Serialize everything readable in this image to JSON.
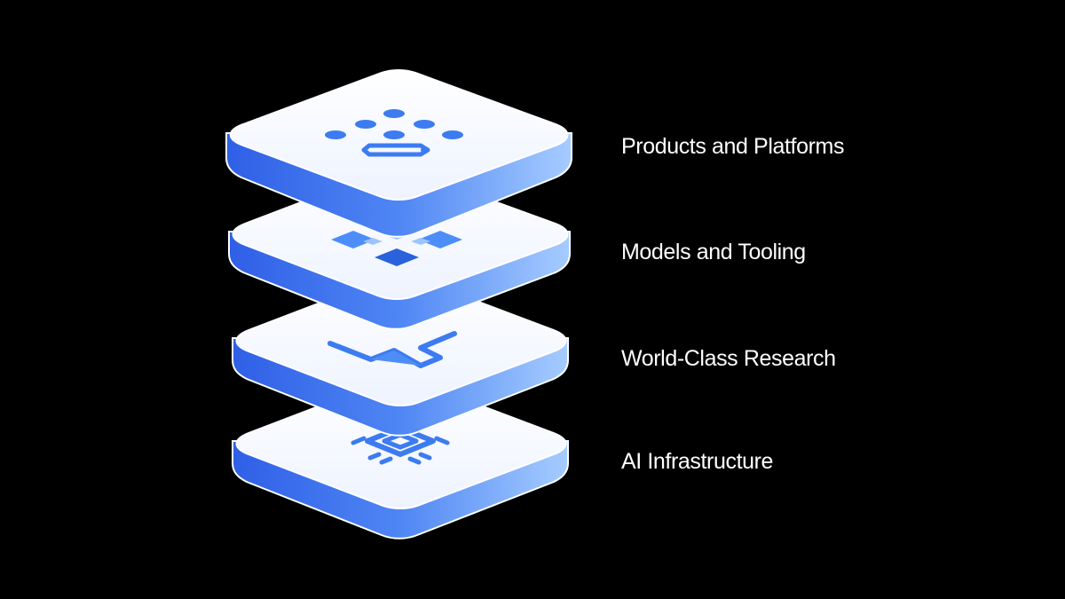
{
  "diagram": {
    "layers": [
      {
        "label": "Products and Platforms",
        "icon": "gemini-dots-icon"
      },
      {
        "label": "Models and Tooling",
        "icon": "model-blocks-icon"
      },
      {
        "label": "World-Class Research",
        "icon": "flask-icon"
      },
      {
        "label": "AI Infrastructure",
        "icon": "chip-icon"
      }
    ],
    "colors": {
      "background": "#000000",
      "slab_top": "#ffffff",
      "slab_side_dark": "#2f5fe6",
      "slab_side_light": "#9ec4ff",
      "icon_blue": "#3d7bf0",
      "icon_blue_dark": "#2a5fd8",
      "label_text": "#ffffff"
    }
  }
}
